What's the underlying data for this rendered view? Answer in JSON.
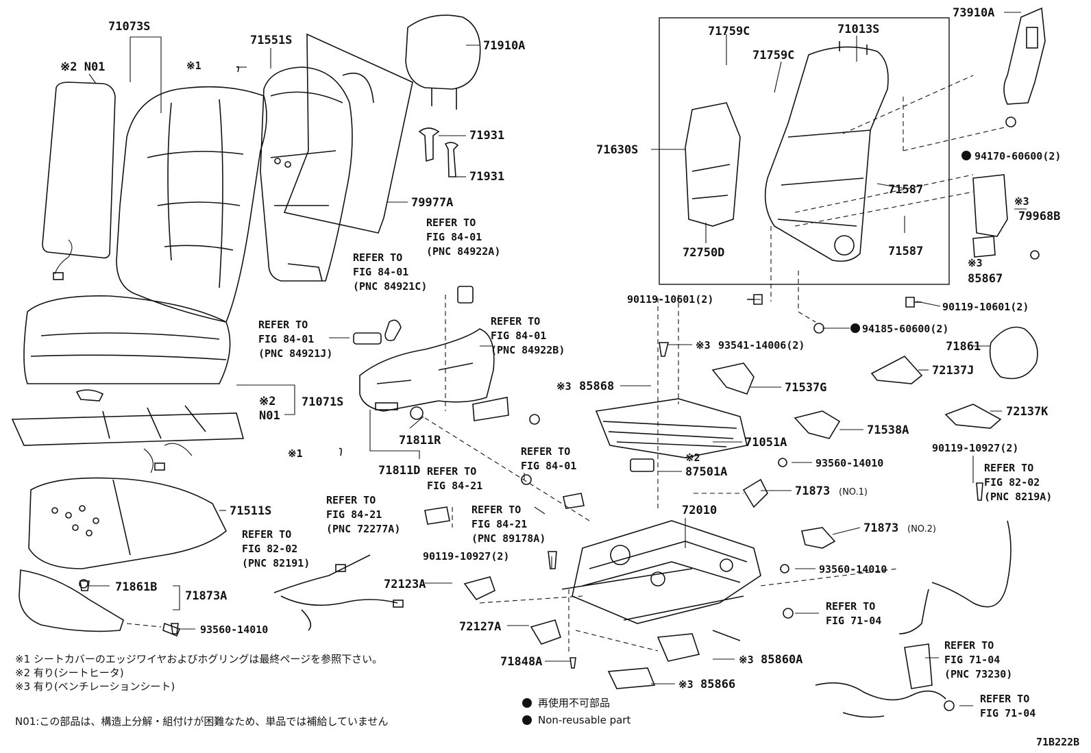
{
  "diagram_code": "71B222B",
  "parts": {
    "p71073S": "71073S",
    "p71551S": "71551S",
    "p71910A": "71910A",
    "p71931a": "71931",
    "p71931b": "71931",
    "p79977A": "79977A",
    "p71071S": "71071S",
    "p71511S": "71511S",
    "p71861B": "71861B",
    "p71873A": "71873A",
    "p93560_1": "93560-14010",
    "p71811R": "71811R",
    "p71811D": "71811D",
    "p72123A": "72123A",
    "p72127A": "72127A",
    "p71848A": "71848A",
    "p90119_10927a": "90119-10927(2)",
    "p71759Ca": "71759C",
    "p71759Cb": "71759C",
    "p71013S": "71013S",
    "p71630S": "71630S",
    "p72750D": "72750D",
    "p71587a": "71587",
    "p71587b": "71587",
    "p73910A": "73910A",
    "p94170": "94170-60600(2)",
    "p79968B": "79968B",
    "p85867": "85867",
    "p90119_10601a": "90119-10601(2)",
    "p90119_10601b": "90119-10601(2)",
    "p94185": "94185-60600(2)",
    "p93541": "93541-14006(2)",
    "p71861": "71861",
    "p72137J": "72137J",
    "p85868": "85868",
    "p71537G": "71537G",
    "p72137K": "72137K",
    "p71538A": "71538A",
    "p71051A": "71051A",
    "p90119_10927b": "90119-10927(2)",
    "p87501A": "87501A",
    "p93560_2": "93560-14010",
    "p71873_1": "71873",
    "p71873_1n": "(NO.1)",
    "p72010": "72010",
    "p71873_2": "71873",
    "p71873_2n": "(NO.2)",
    "p93560_3": "93560-14010",
    "p85860A": "85860A",
    "p85866": "85866"
  },
  "marks": {
    "n01a": "※2 N01",
    "n01b_top": "※2",
    "n01b": "N01",
    "m1a": "※1",
    "m1b": "※1",
    "m3_93541": "※3",
    "m3_85868": "※3",
    "m2_87501": "※2",
    "m3_79968": "※3",
    "m3_85867": "※3",
    "m3_85860": "※3",
    "m3_85866": "※3"
  },
  "refs": {
    "r1": [
      "REFER TO",
      "FIG 84-01",
      "(PNC 84922A)"
    ],
    "r2": [
      "REFER TO",
      "FIG 84-01",
      "(PNC 84921C)"
    ],
    "r3": [
      "REFER TO",
      "FIG 84-01",
      "(PNC 84921J)"
    ],
    "r4": [
      "REFER TO",
      "FIG 84-01",
      "(PNC 84922B)"
    ],
    "r5": [
      "REFER TO",
      "FIG 84-01"
    ],
    "r6": [
      "REFER TO",
      "FIG 84-21"
    ],
    "r7": [
      "REFER TO",
      "FIG 84-21",
      "(PNC 72277A)"
    ],
    "r8": [
      "REFER TO",
      "FIG 84-21",
      "(PNC 89178A)"
    ],
    "r9": [
      "REFER TO",
      "FIG 82-02",
      "(PNC 82191)"
    ],
    "r10": [
      "REFER TO",
      "FIG 82-02",
      "(PNC 8219A)"
    ],
    "r11": [
      "REFER TO",
      "FIG 71-04"
    ],
    "r12": [
      "REFER TO",
      "FIG 71-04",
      "(PNC 73230)"
    ],
    "r13": [
      "REFER TO",
      "FIG 71-04"
    ]
  },
  "notes": {
    "n1": "※1 シートカバーのエッジワイヤおよびホグリングは最終ページを参照下さい。",
    "n2": "※2 有り(シートヒータ)",
    "n3": "※3 有り(ベンチレーションシート)",
    "n4": "N01:この部品は、構造上分解・組付けが困難なため、単品では補給していません"
  },
  "legend": {
    "jp": "再使用不可部品",
    "en": "Non-reusable part"
  }
}
